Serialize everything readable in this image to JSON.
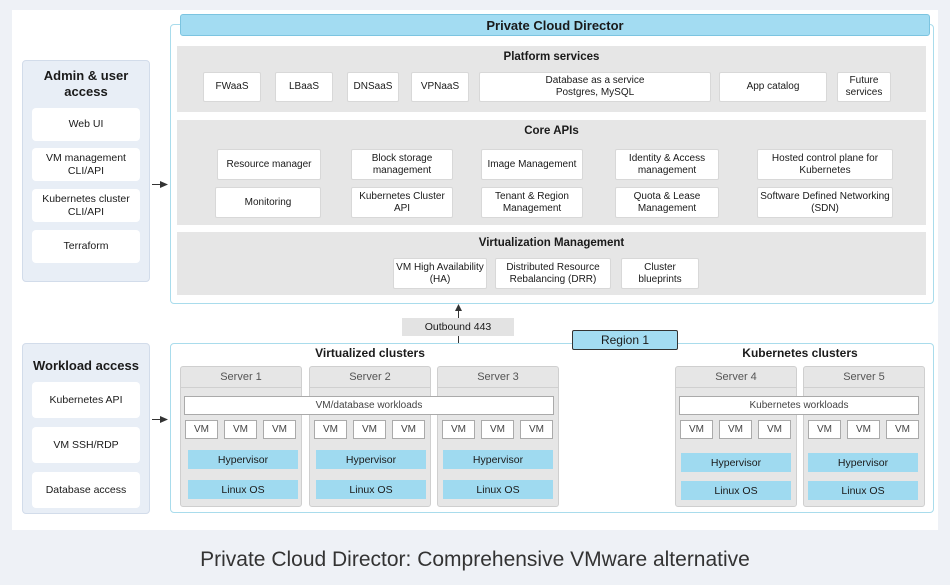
{
  "title": "Private Cloud Director",
  "caption": "Private Cloud Director: Comprehensive VMware alternative",
  "admin": {
    "title": "Admin & user access",
    "items": [
      "Web UI",
      "VM management CLI/API",
      "Kubernetes cluster CLI/API",
      "Terraform"
    ]
  },
  "workload_access": {
    "title": "Workload access",
    "items": [
      "Kubernetes API",
      "VM SSH/RDP",
      "Database access"
    ]
  },
  "platform": {
    "title": "Platform services",
    "items": [
      "FWaaS",
      "LBaaS",
      "DNSaaS",
      "VPNaaS",
      "Database as a service Postgres, MySQL",
      "App catalog",
      "Future services"
    ]
  },
  "core": {
    "title": "Core APIs",
    "row1": [
      "Resource manager",
      "Block storage management",
      "Image Management",
      "Identity & Access management",
      "Hosted control plane for Kubernetes"
    ],
    "row2": [
      "Monitoring",
      "Kubernetes  Cluster API",
      "Tenant & Region Management",
      "Quota & Lease Management",
      "Software Defined Networking (SDN)"
    ]
  },
  "virt": {
    "title": "Virtualization Management",
    "items": [
      "VM High Availability (HA)",
      "Distributed Resource Rebalancing (DRR)",
      "Cluster blueprints"
    ]
  },
  "outbound": "Outbound 443",
  "region": "Region 1",
  "virtualized": {
    "title": "Virtualized clusters",
    "workloads": "VM/database workloads",
    "servers": [
      "Server 1",
      "Server 2",
      "Server 3"
    ]
  },
  "kubernetes": {
    "title": "Kubernetes clusters",
    "workloads": "Kubernetes workloads",
    "servers": [
      "Server 4",
      "Server 5"
    ]
  },
  "server_parts": {
    "vm": "VM",
    "hypervisor": "Hypervisor",
    "os": "Linux OS"
  },
  "colors": {
    "title_bar": "#a3dcf2",
    "cyan_box": "#9fdaf0",
    "section_grey": "#e6e6e6",
    "access_panel": "#e8eef6"
  }
}
